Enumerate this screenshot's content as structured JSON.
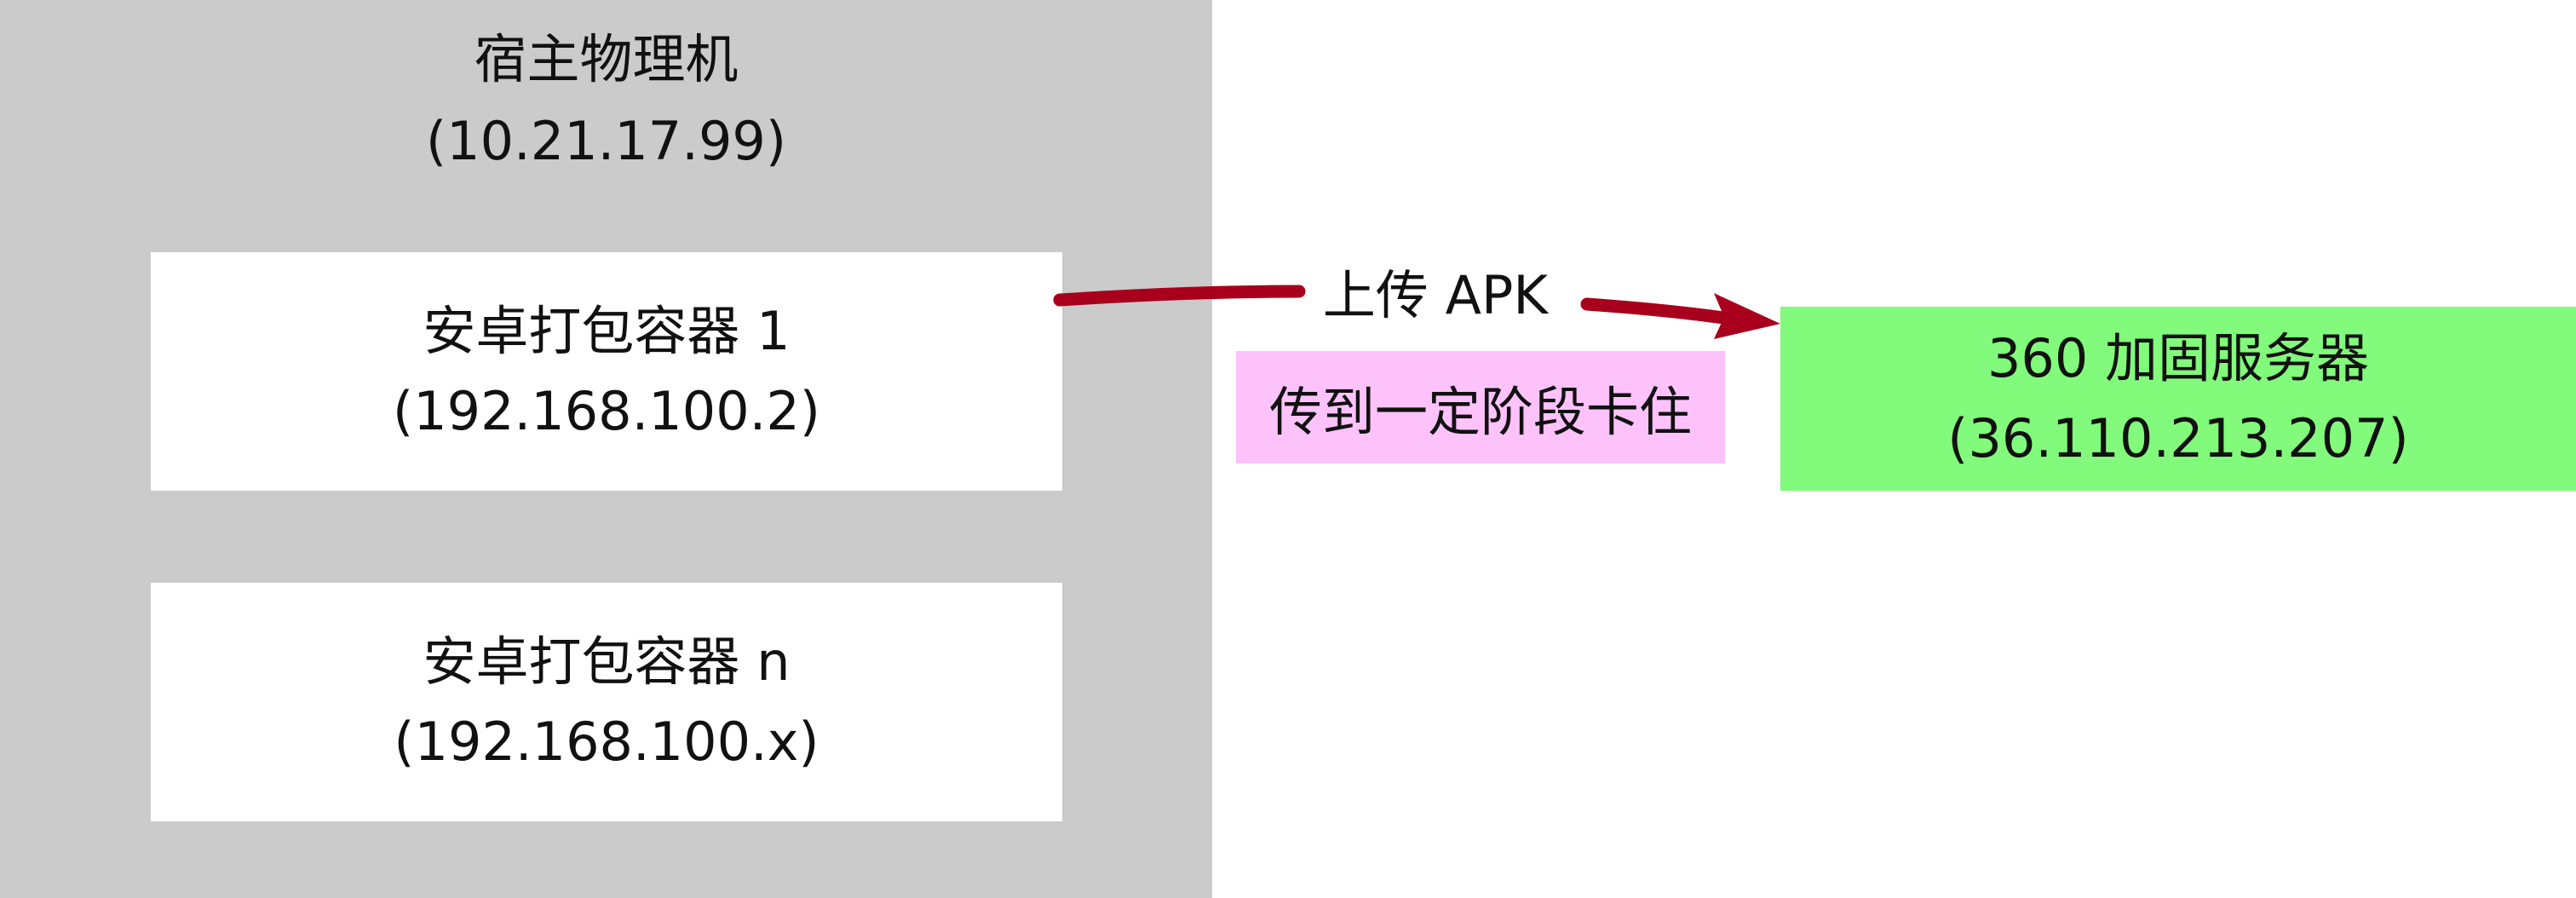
{
  "host": {
    "name": "宿主物理机",
    "ip": "(10.21.17.99)"
  },
  "containers": [
    {
      "name": "安卓打包容器 1",
      "ip": "(192.168.100.2)"
    },
    {
      "name": "安卓打包容器 n",
      "ip": "(192.168.100.x)"
    }
  ],
  "server": {
    "name": "360 加固服务器",
    "ip": "(36.110.213.207)"
  },
  "edge": {
    "label": "上传 APK",
    "note": "传到一定阶段卡住"
  },
  "colors": {
    "host_bg": "#cbcbcb",
    "server_bg": "#82fa7c",
    "note_bg": "#fec2fb",
    "arrow": "#a8001c"
  }
}
